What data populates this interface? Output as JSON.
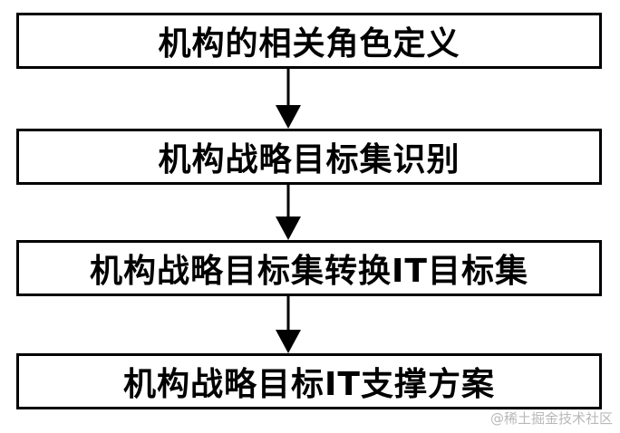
{
  "steps": [
    {
      "label": "机构的相关角色定义"
    },
    {
      "label": "机构战略目标集识别"
    },
    {
      "label": "机构战略目标集转换IT目标集"
    },
    {
      "label": "机构战略目标IT支撑方案"
    }
  ],
  "watermark": "@稀土掘金技术社区",
  "colors": {
    "stroke": "#000000",
    "background": "#ffffff",
    "watermark": "#b8b8b8"
  }
}
